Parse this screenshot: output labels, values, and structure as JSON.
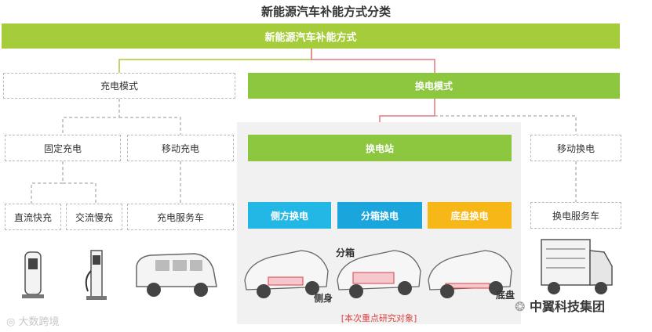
{
  "title": "新能源汽车补能方式分类",
  "root": "新能源汽车补能方式",
  "charging": {
    "mode": "充电模式",
    "fixed": "固定充电",
    "mobile": "移动充电",
    "dc_fast": "直流快充",
    "ac_slow": "交流慢充",
    "service_car": "充电服务车"
  },
  "swap": {
    "mode": "换电模式",
    "station": "换电站",
    "side": "侧方换电",
    "box": "分箱换电",
    "chassis": "底盘换电",
    "mobile": "移动换电",
    "service_car": "换电服务车"
  },
  "image_labels": {
    "box": "分箱",
    "side": "侧身",
    "chassis": "底盘"
  },
  "focus_note": "[本次重点研究对象]",
  "watermark_left": "大数跨境",
  "watermark_right": "中翼科技集团",
  "colors": {
    "green_top": "#a5cc3a",
    "green": "#8dc63f",
    "connector_red": "#e8777c",
    "side": "#22b7e5",
    "box": "#1aa6dd",
    "chassis": "#f7b717"
  }
}
